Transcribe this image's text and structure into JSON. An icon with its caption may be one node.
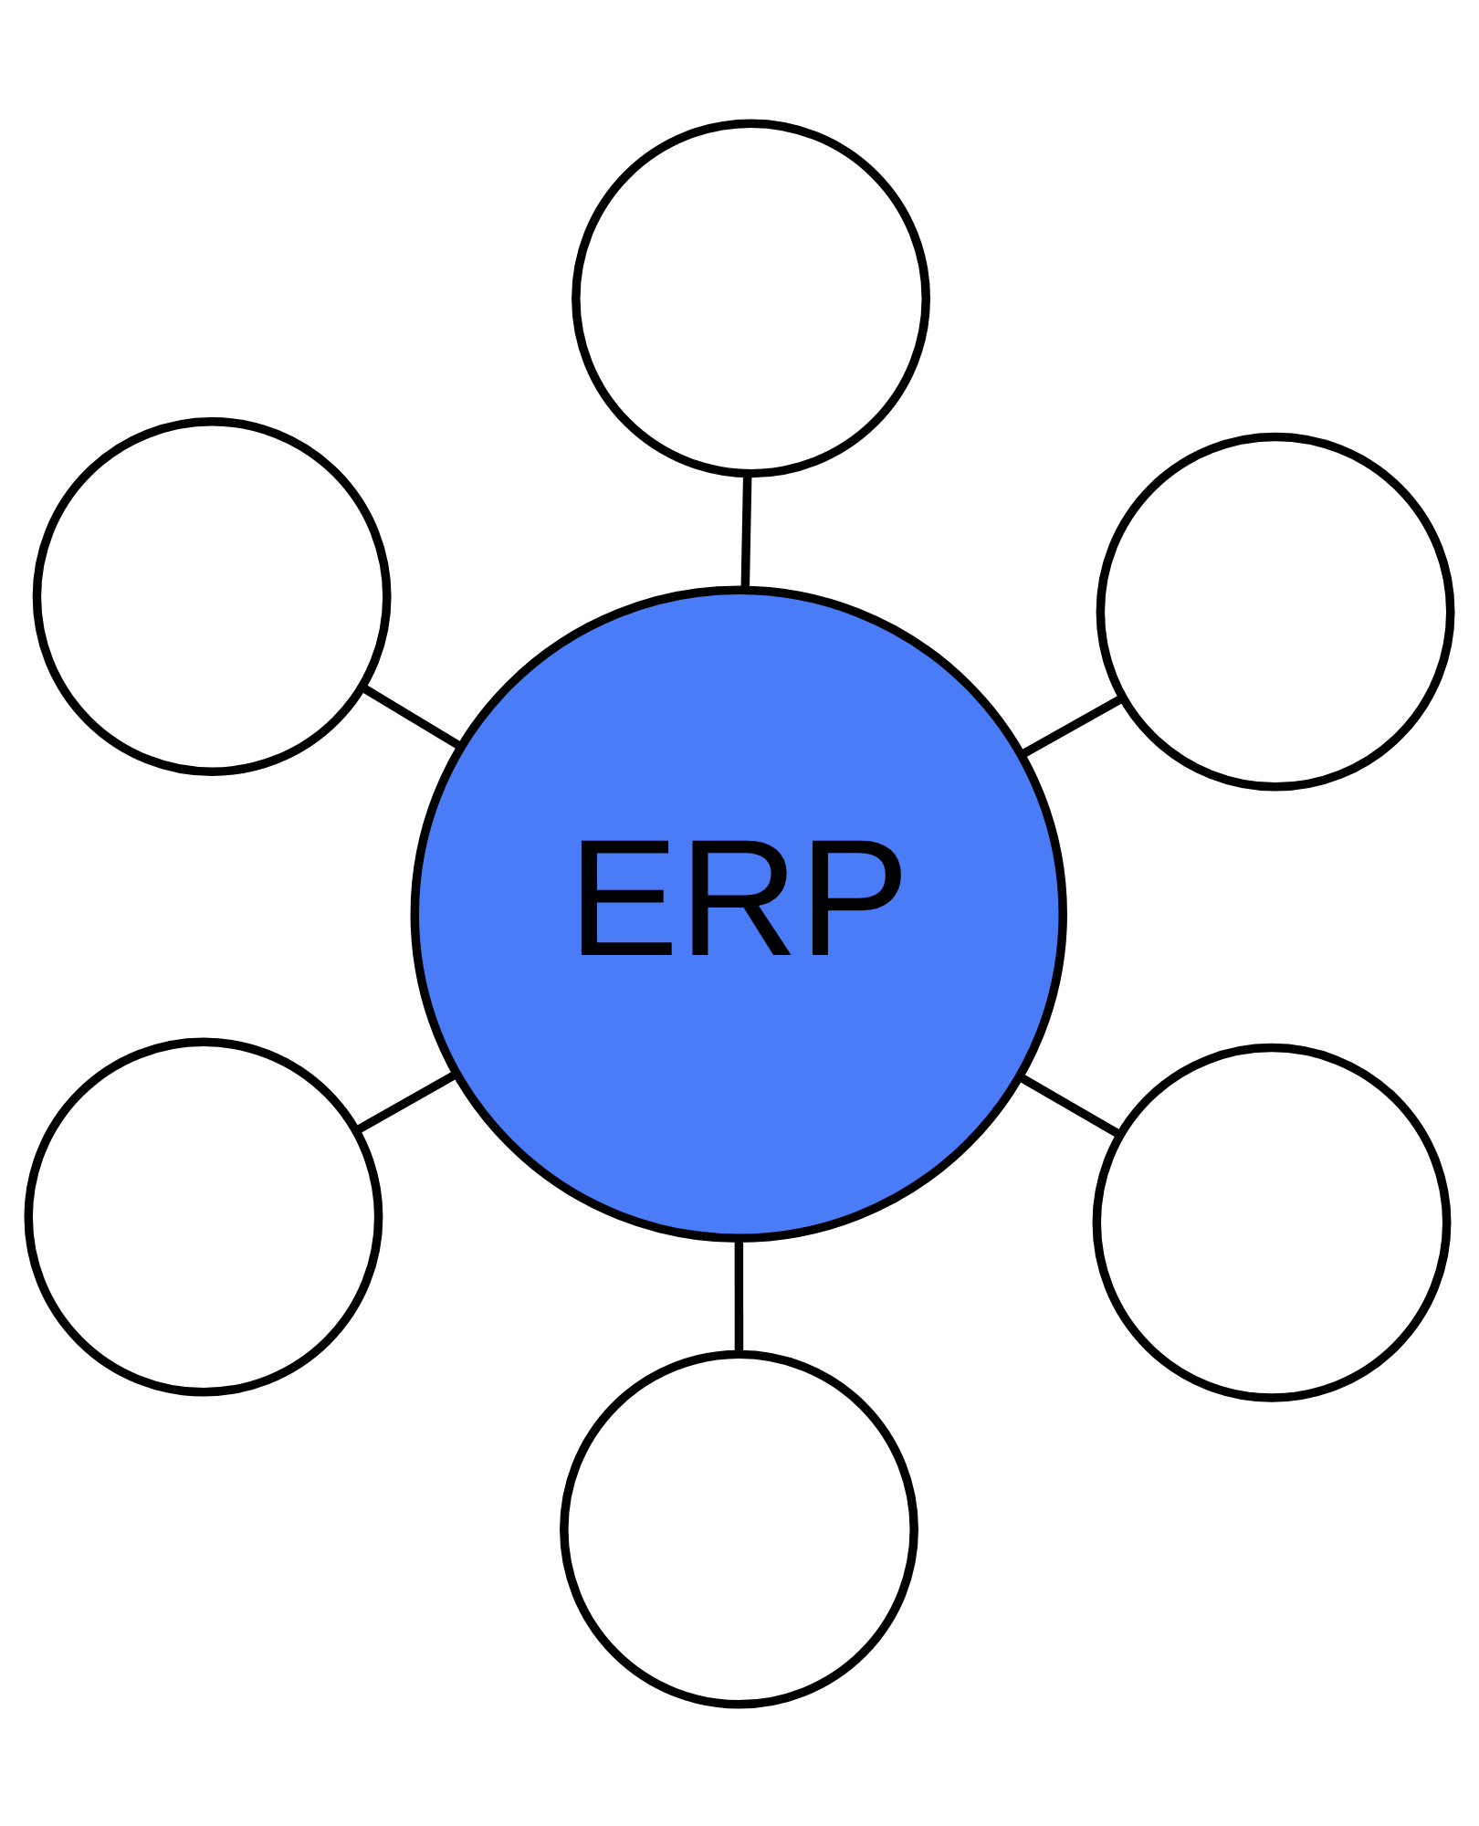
{
  "diagram": {
    "nodes": [
      {
        "text": [
          "ERP"
        ]
      },
      {
        "text": [],
        "shape": "circle"
      },
      {
        "text": [],
        "shape": "circle"
      },
      {
        "text": [],
        "shape": "circle"
      },
      {
        "text": [],
        "shape": "circle"
      },
      {
        "text": [],
        "shape": "circle"
      },
      {
        "text": [],
        "shape": "circle"
      }
    ],
    "edges": [
      {
        "from": 0,
        "to": 1,
        "arrow": "none"
      },
      {
        "from": 0,
        "to": 2,
        "arrow": "none"
      },
      {
        "from": 0,
        "to": 3,
        "arrow": "none"
      },
      {
        "from": 0,
        "to": 4,
        "arrow": "none"
      },
      {
        "from": 0,
        "to": 5,
        "arrow": "none"
      },
      {
        "from": 0,
        "to": 6,
        "arrow": "none"
      }
    ]
  }
}
